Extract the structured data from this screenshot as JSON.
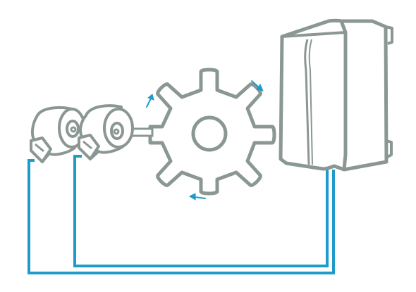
{
  "diagram": {
    "kind": "encoder-to-controller-wiring",
    "components": [
      {
        "name": "encoder",
        "count": 2,
        "icon": "encoder-icon"
      },
      {
        "name": "shaft",
        "icon": "shaft-icon"
      },
      {
        "name": "gear",
        "icon": "gear-icon"
      },
      {
        "name": "control-module",
        "icon": "module-icon"
      }
    ],
    "rotation_arrows": 3,
    "cables": 2
  },
  "colors": {
    "outline": "#8b9792",
    "fill": "#ffffff",
    "cable": "#1e9bc9",
    "arrow": "#1e9bc9"
  }
}
